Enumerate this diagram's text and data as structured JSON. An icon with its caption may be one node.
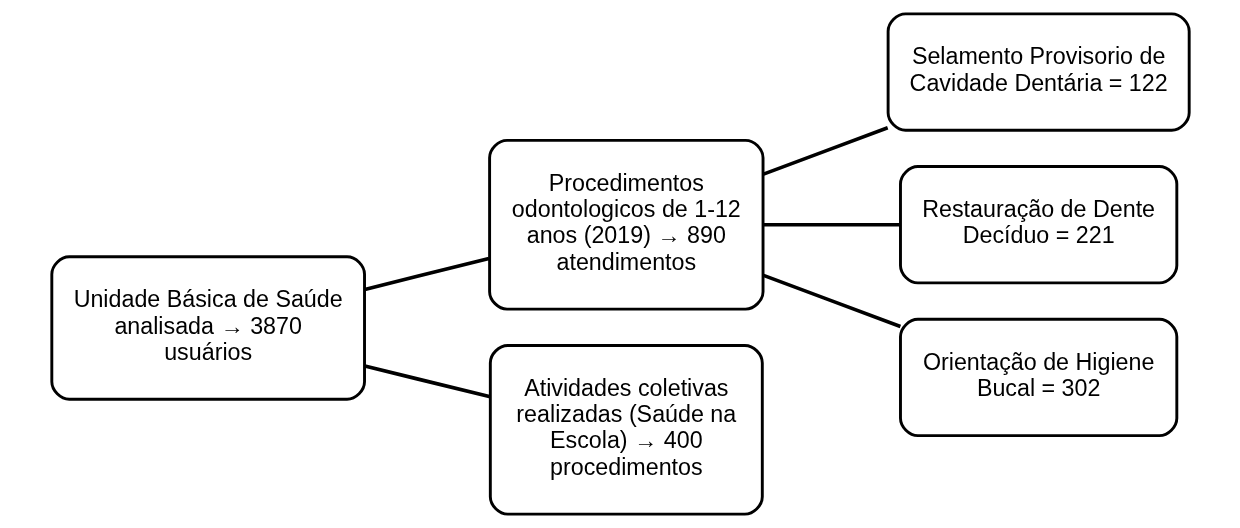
{
  "diagram": {
    "nodes": [
      {
        "text": [
          "Unidade Básica de Saúde analisada → 3870 usuários"
        ]
      },
      {
        "text": [
          "Procedimentos odontologicos de 1-12 anos (2019) → 890 atendimentos"
        ]
      },
      {
        "text": [
          "Atividades coletivas realizadas (Saúde na Escola) → 400 procedimentos"
        ]
      },
      {
        "text": [
          "Selamento Provisorio de Cavidade Dentária = 122"
        ]
      },
      {
        "text": [
          "Restauração de Dente Decíduo = 221"
        ]
      },
      {
        "text": [
          "Orientação de Higiene Bucal = 302"
        ]
      }
    ],
    "edges": [
      {
        "from": 0,
        "to": 1,
        "arrow": "none"
      },
      {
        "from": 0,
        "to": 2,
        "arrow": "none"
      },
      {
        "from": 1,
        "to": 3,
        "arrow": "none"
      },
      {
        "from": 1,
        "to": 4,
        "arrow": "none"
      },
      {
        "from": 1,
        "to": 5,
        "arrow": "none"
      }
    ]
  }
}
